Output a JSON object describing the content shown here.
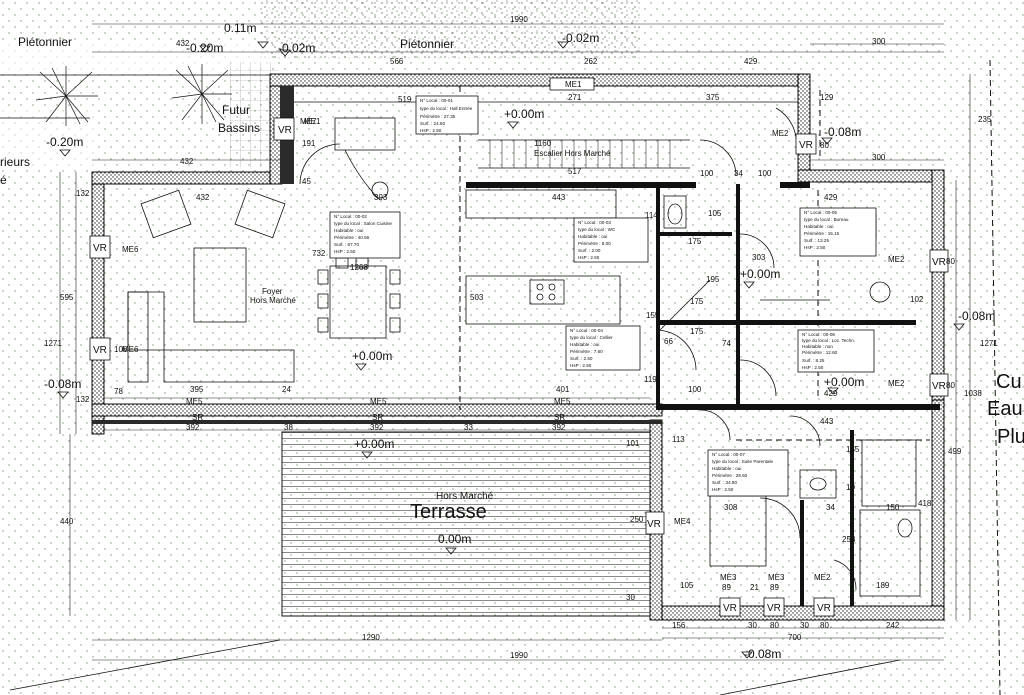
{
  "labels": {
    "pietonnier_left": "Piétonnier",
    "pietonnier_top": "Piétonnier",
    "futur": "Futur",
    "bassins": "Bassins",
    "rieurs": "rieurs",
    "left_e": "é",
    "escalier": "Escalier Hors Marché",
    "foyer": "Foyer",
    "hors_marche_foyer": "Hors Marché",
    "hors_marche_terrasse": "Hors Marché",
    "terrasse": "Terrasse",
    "cu": "Cu",
    "eau": "Eau",
    "plu": "Plu"
  },
  "levels": {
    "l_0_11": "0.11m",
    "l_m020_a": "-0.20m",
    "l_m002_a": "-0.02m",
    "l_m002_b": "-0.02m",
    "l_m020_b": "-0.20m",
    "l_entree": "+0.00m",
    "l_m008_a": "-0.08m",
    "l_salon": "+0.00m",
    "l_bureau": "+0.00m",
    "l_m008_b": "-0.08m",
    "l_m008_c": "-0.08m",
    "l_tech": "+0.00m",
    "l_terrasse_top": "+0.00m",
    "l_terrasse": "0.00m",
    "l_m008_d": "-0.08m"
  },
  "tags": {
    "vr": "VR",
    "me1": "ME1",
    "me2": "ME2",
    "me3": "ME3",
    "me4": "ME4",
    "me5": "ME5",
    "me6": "ME6",
    "me7": "ME7",
    "sr": "SR"
  },
  "dims": {
    "d1990_top": "1990",
    "d432_a": "432",
    "d566": "566",
    "d262": "262",
    "d429_top": "429",
    "d300_a": "300",
    "d300_b": "300",
    "d271": "271",
    "d375": "375",
    "d519": "519",
    "d1160": "1160",
    "d517": "517",
    "d432_b": "432",
    "d191": "191",
    "d45": "45",
    "d393": "393",
    "d432_c": "432",
    "d443_a": "443",
    "d100_a": "100",
    "d34": "34",
    "d100_b": "100",
    "d429_b": "429",
    "d129": "129",
    "d235": "235",
    "d80_a": "80",
    "d80_b": "80",
    "d732": "732",
    "d1268": "1268",
    "d503": "503",
    "d114": "114",
    "d105": "105",
    "d175_a": "175",
    "d195": "195",
    "d175_b": "175",
    "d303": "303",
    "d102": "102",
    "d80_c": "80",
    "d595": "595",
    "d1271_left": "1271",
    "d132_a": "132",
    "d132_b": "132",
    "d106": "106",
    "d78": "78",
    "d155": "155",
    "d66": "66",
    "d175_c": "175",
    "d74": "74",
    "d1271_right": "1271",
    "d1038": "1038",
    "d395": "395",
    "d24": "24",
    "d401": "401",
    "d119": "119",
    "d100_c": "100",
    "d429_c": "429",
    "d392_a": "392",
    "d38": "38",
    "d392_b": "392",
    "d33": "33",
    "d392_c": "392",
    "d443_b": "443",
    "d101": "101",
    "d113": "113",
    "d155_b": "155",
    "d10": "10",
    "d499": "499",
    "d440": "440",
    "d250": "250",
    "d308": "308",
    "d34_b": "34",
    "d150": "150",
    "d418": "418",
    "d253": "253",
    "d189": "189",
    "d105_b": "105",
    "d89_a": "89",
    "d21": "21",
    "d89_b": "89",
    "d30_a": "30",
    "d156": "156",
    "d30_b": "30",
    "d80_d": "80",
    "d30_c": "30",
    "d80_e": "80",
    "d242": "242",
    "d700": "700",
    "d1290": "1290",
    "d1990_bottom": "1990"
  },
  "rooms": {
    "hall": {
      "num": "N° Local : 00-01",
      "type": "type du local : Hall Entrée",
      "perim": "Périmètre : 27.35",
      "surf": "Surf. : 24.60",
      "hsp": "HsP : 2.50"
    },
    "salon": {
      "num": "N° Local : 00-02",
      "type": "type du local : Salon Cuisine",
      "habit": "Habitable : oui",
      "perim": "Périmètre : 40.56",
      "surf": "Surf. : 67.70",
      "hsp": "HsP : 2.50"
    },
    "wc": {
      "num": "N° Local : 00-03",
      "type": "type du local : WC",
      "habit": "Habitable : oui",
      "perim": "Périmètre : 8.00",
      "surf": "Surf. : 2.00",
      "hsp": "HsP : 2.50"
    },
    "cellier": {
      "num": "N° Local : 00-04",
      "type": "type du local : Cellier",
      "habit": "Habitable : oui",
      "perim": "Périmètre : 7.60",
      "surf": "Surf. : 2.50",
      "hsp": "HsP : 2.50"
    },
    "bureau": {
      "num": "N° Local : 00-05",
      "type": "type du local : Bureau",
      "habit": "Habitable : oui",
      "perim": "Périmètre : 15.15",
      "surf": "Surf. : 13.25",
      "hsp": "HsP : 2.50"
    },
    "tech": {
      "num": "N° Local : 00-06",
      "type": "type du local : Loc. Techn.",
      "habit": "Habitable : non",
      "perim": "Périmètre : 12.60",
      "surf": "Surf. : 8.25",
      "hsp": "HsP : 2.50"
    },
    "parents": {
      "num": "N° Local : 00-07",
      "type": "type du local : Suite Parentale",
      "habit": "Habitable : oui",
      "perim": "Périmètre : 29.60",
      "surf": "Surf. : 34.80",
      "hsp": "HsP : 2.50"
    }
  }
}
